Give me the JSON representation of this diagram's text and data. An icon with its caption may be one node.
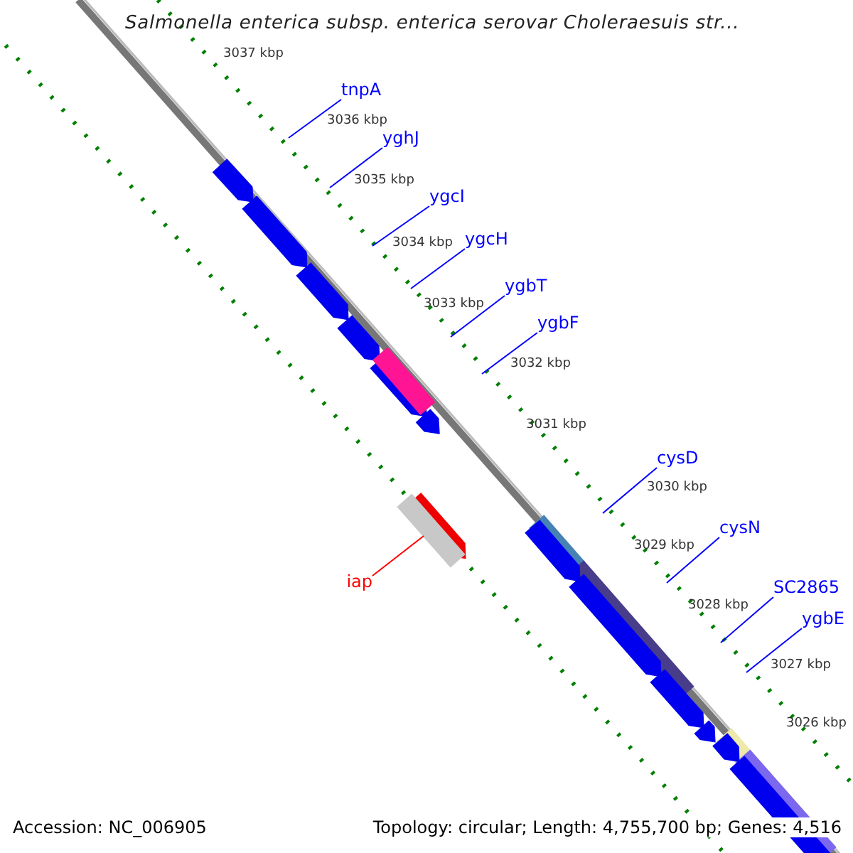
{
  "diagram": {
    "title": "Salmonella enterica subsp. enterica serovar Choleraesuis str...",
    "nodes": [
      {
        "text": [
          "tnpA"
        ]
      },
      {
        "text": [
          "yghJ"
        ]
      },
      {
        "text": [
          "ygcI"
        ]
      },
      {
        "text": [
          "ygcH"
        ]
      },
      {
        "text": [
          "ygbT"
        ]
      },
      {
        "text": [
          "ygbF"
        ]
      },
      {
        "text": [
          "cysD"
        ]
      },
      {
        "text": [
          "cysN"
        ]
      },
      {
        "text": [
          "iap"
        ]
      },
      {
        "text": [
          "SC2865"
        ]
      },
      {
        "text": [
          "ygbE"
        ]
      }
    ],
    "edges": [
      {
        "from": 0,
        "to": null,
        "arrow": "none"
      },
      {
        "from": 1,
        "to": null,
        "arrow": "none"
      },
      {
        "from": 2,
        "to": null,
        "arrow": "none"
      },
      {
        "from": 3,
        "to": null,
        "arrow": "none"
      },
      {
        "from": 4,
        "to": null,
        "arrow": "none"
      },
      {
        "from": 5,
        "to": null,
        "arrow": "none"
      },
      {
        "from": 6,
        "to": null,
        "arrow": "none"
      },
      {
        "from": 7,
        "to": null,
        "arrow": "none"
      },
      {
        "from": 8,
        "to": null,
        "arrow": "none",
        "color": "#ff0000"
      },
      {
        "from": 9,
        "to": null,
        "arrow": "none"
      },
      {
        "from": 10,
        "to": null,
        "arrow": "none"
      }
    ],
    "labels": [
      "3037 kbp",
      "3036 kbp",
      "3035 kbp",
      "3034 kbp",
      "3033 kbp",
      "3032 kbp",
      "3031 kbp",
      "3030 kbp",
      "3029 kbp",
      "3028 kbp",
      "3027 kbp",
      "3026 kbp",
      "Accession: NC_006905",
      "Topology: circular; Length: 4,755,700 bp; Genes: 4,516"
    ]
  }
}
